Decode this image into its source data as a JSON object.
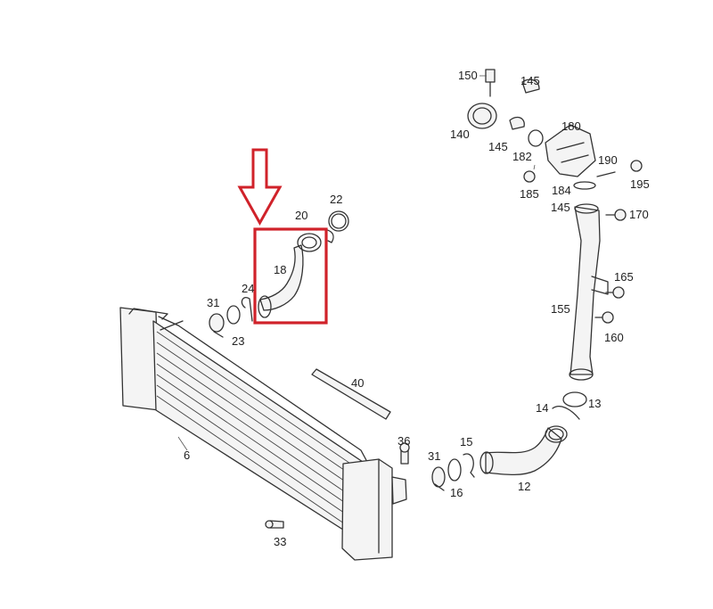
{
  "colors": {
    "highlight": "#d0222a",
    "line": "#333333"
  },
  "callouts": {
    "n6": "6",
    "n12": "12",
    "n13": "13",
    "n14": "14",
    "n15": "15",
    "n16": "16",
    "n18": "18",
    "n20": "20",
    "n22": "22",
    "n23": "23",
    "n24": "24",
    "n31a": "31",
    "n31b": "31",
    "n33": "33",
    "n36": "36",
    "n40": "40",
    "n140": "140",
    "n145a": "145",
    "n145b": "145",
    "n145c": "145",
    "n150": "150",
    "n155": "155",
    "n160": "160",
    "n165": "165",
    "n170": "170",
    "n180": "180",
    "n182": "182",
    "n184": "184",
    "n185": "185",
    "n190": "190",
    "n195": "195"
  },
  "highlight": {
    "part": "18"
  }
}
